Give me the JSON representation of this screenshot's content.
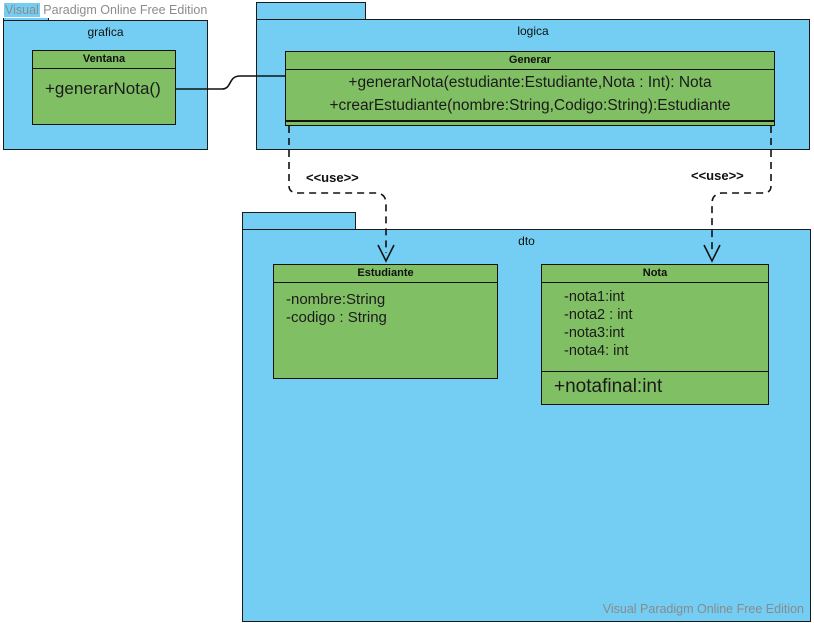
{
  "diagram": {
    "type": "uml-package-diagram",
    "colors": {
      "package_fill": "#74cef4",
      "class_fill": "#80bf63",
      "stroke": "#111111",
      "watermark_text": "#8c8c8c",
      "background": "#ffffff"
    }
  },
  "watermark": {
    "first_word": "Visual",
    "rest": " Paradigm Online Free Edition",
    "full": "Visual Paradigm Online Free Edition"
  },
  "packages": [
    {
      "id": "grafica",
      "name": "grafica"
    },
    {
      "id": "logica",
      "name": "logica"
    },
    {
      "id": "dto",
      "name": "dto"
    }
  ],
  "classes": [
    {
      "id": "ventana",
      "name": "Ventana",
      "package": "grafica",
      "attributes": [],
      "operations": [
        "+generarNota()"
      ]
    },
    {
      "id": "generar",
      "name": "Generar",
      "package": "logica",
      "attributes": [],
      "operations": [
        "+generarNota(estudiante:Estudiante,Nota : Int): Nota",
        "+crearEstudiante(nombre:String,Codigo:String):Estudiante"
      ]
    },
    {
      "id": "estudiante",
      "name": "Estudiante",
      "package": "dto",
      "attributes": [
        "-nombre:String",
        "-codigo : String"
      ],
      "operations": []
    },
    {
      "id": "nota",
      "name": "Nota",
      "package": "dto",
      "attributes": [
        "-nota1:int",
        "-nota2 : int",
        "-nota3:int",
        "-nota4: int"
      ],
      "operations": [
        "+notafinal:int"
      ]
    }
  ],
  "relationships": [
    {
      "id": "ventana-generar",
      "kind": "association",
      "style": "solid",
      "from": "ventana",
      "to": "generar",
      "label": ""
    },
    {
      "id": "logica-estudiante",
      "kind": "dependency",
      "style": "dashed",
      "from": "logica",
      "to": "estudiante",
      "label": "<<use>>"
    },
    {
      "id": "logica-nota",
      "kind": "dependency",
      "style": "dashed",
      "from": "logica",
      "to": "nota",
      "label": "<<use>>"
    }
  ]
}
